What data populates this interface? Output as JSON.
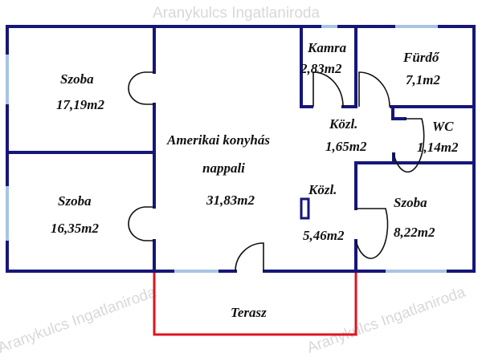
{
  "watermark": "Aranykulcs Ingatlaniroda",
  "colors": {
    "wall": "#161679",
    "window": "#a9c4e3",
    "terrace": "#e0141e"
  },
  "rooms": [
    {
      "name": "Szoba",
      "area": "17,19m2"
    },
    {
      "name": "Szoba",
      "area": "16,35m2"
    },
    {
      "name": "Amerikai konyhás",
      "name2": "nappali",
      "area": "31,83m2"
    },
    {
      "name": "Kamra",
      "area": "2,83m2"
    },
    {
      "name": "Fürdő",
      "area": "7,1m2"
    },
    {
      "name": "Közl.",
      "area": "1,65m2"
    },
    {
      "name": "WC",
      "area": "1,14m2"
    },
    {
      "name": "Közl.",
      "area": "5,46m2"
    },
    {
      "name": "Szoba",
      "area": "8,22m2"
    },
    {
      "name": "Terasz"
    }
  ]
}
